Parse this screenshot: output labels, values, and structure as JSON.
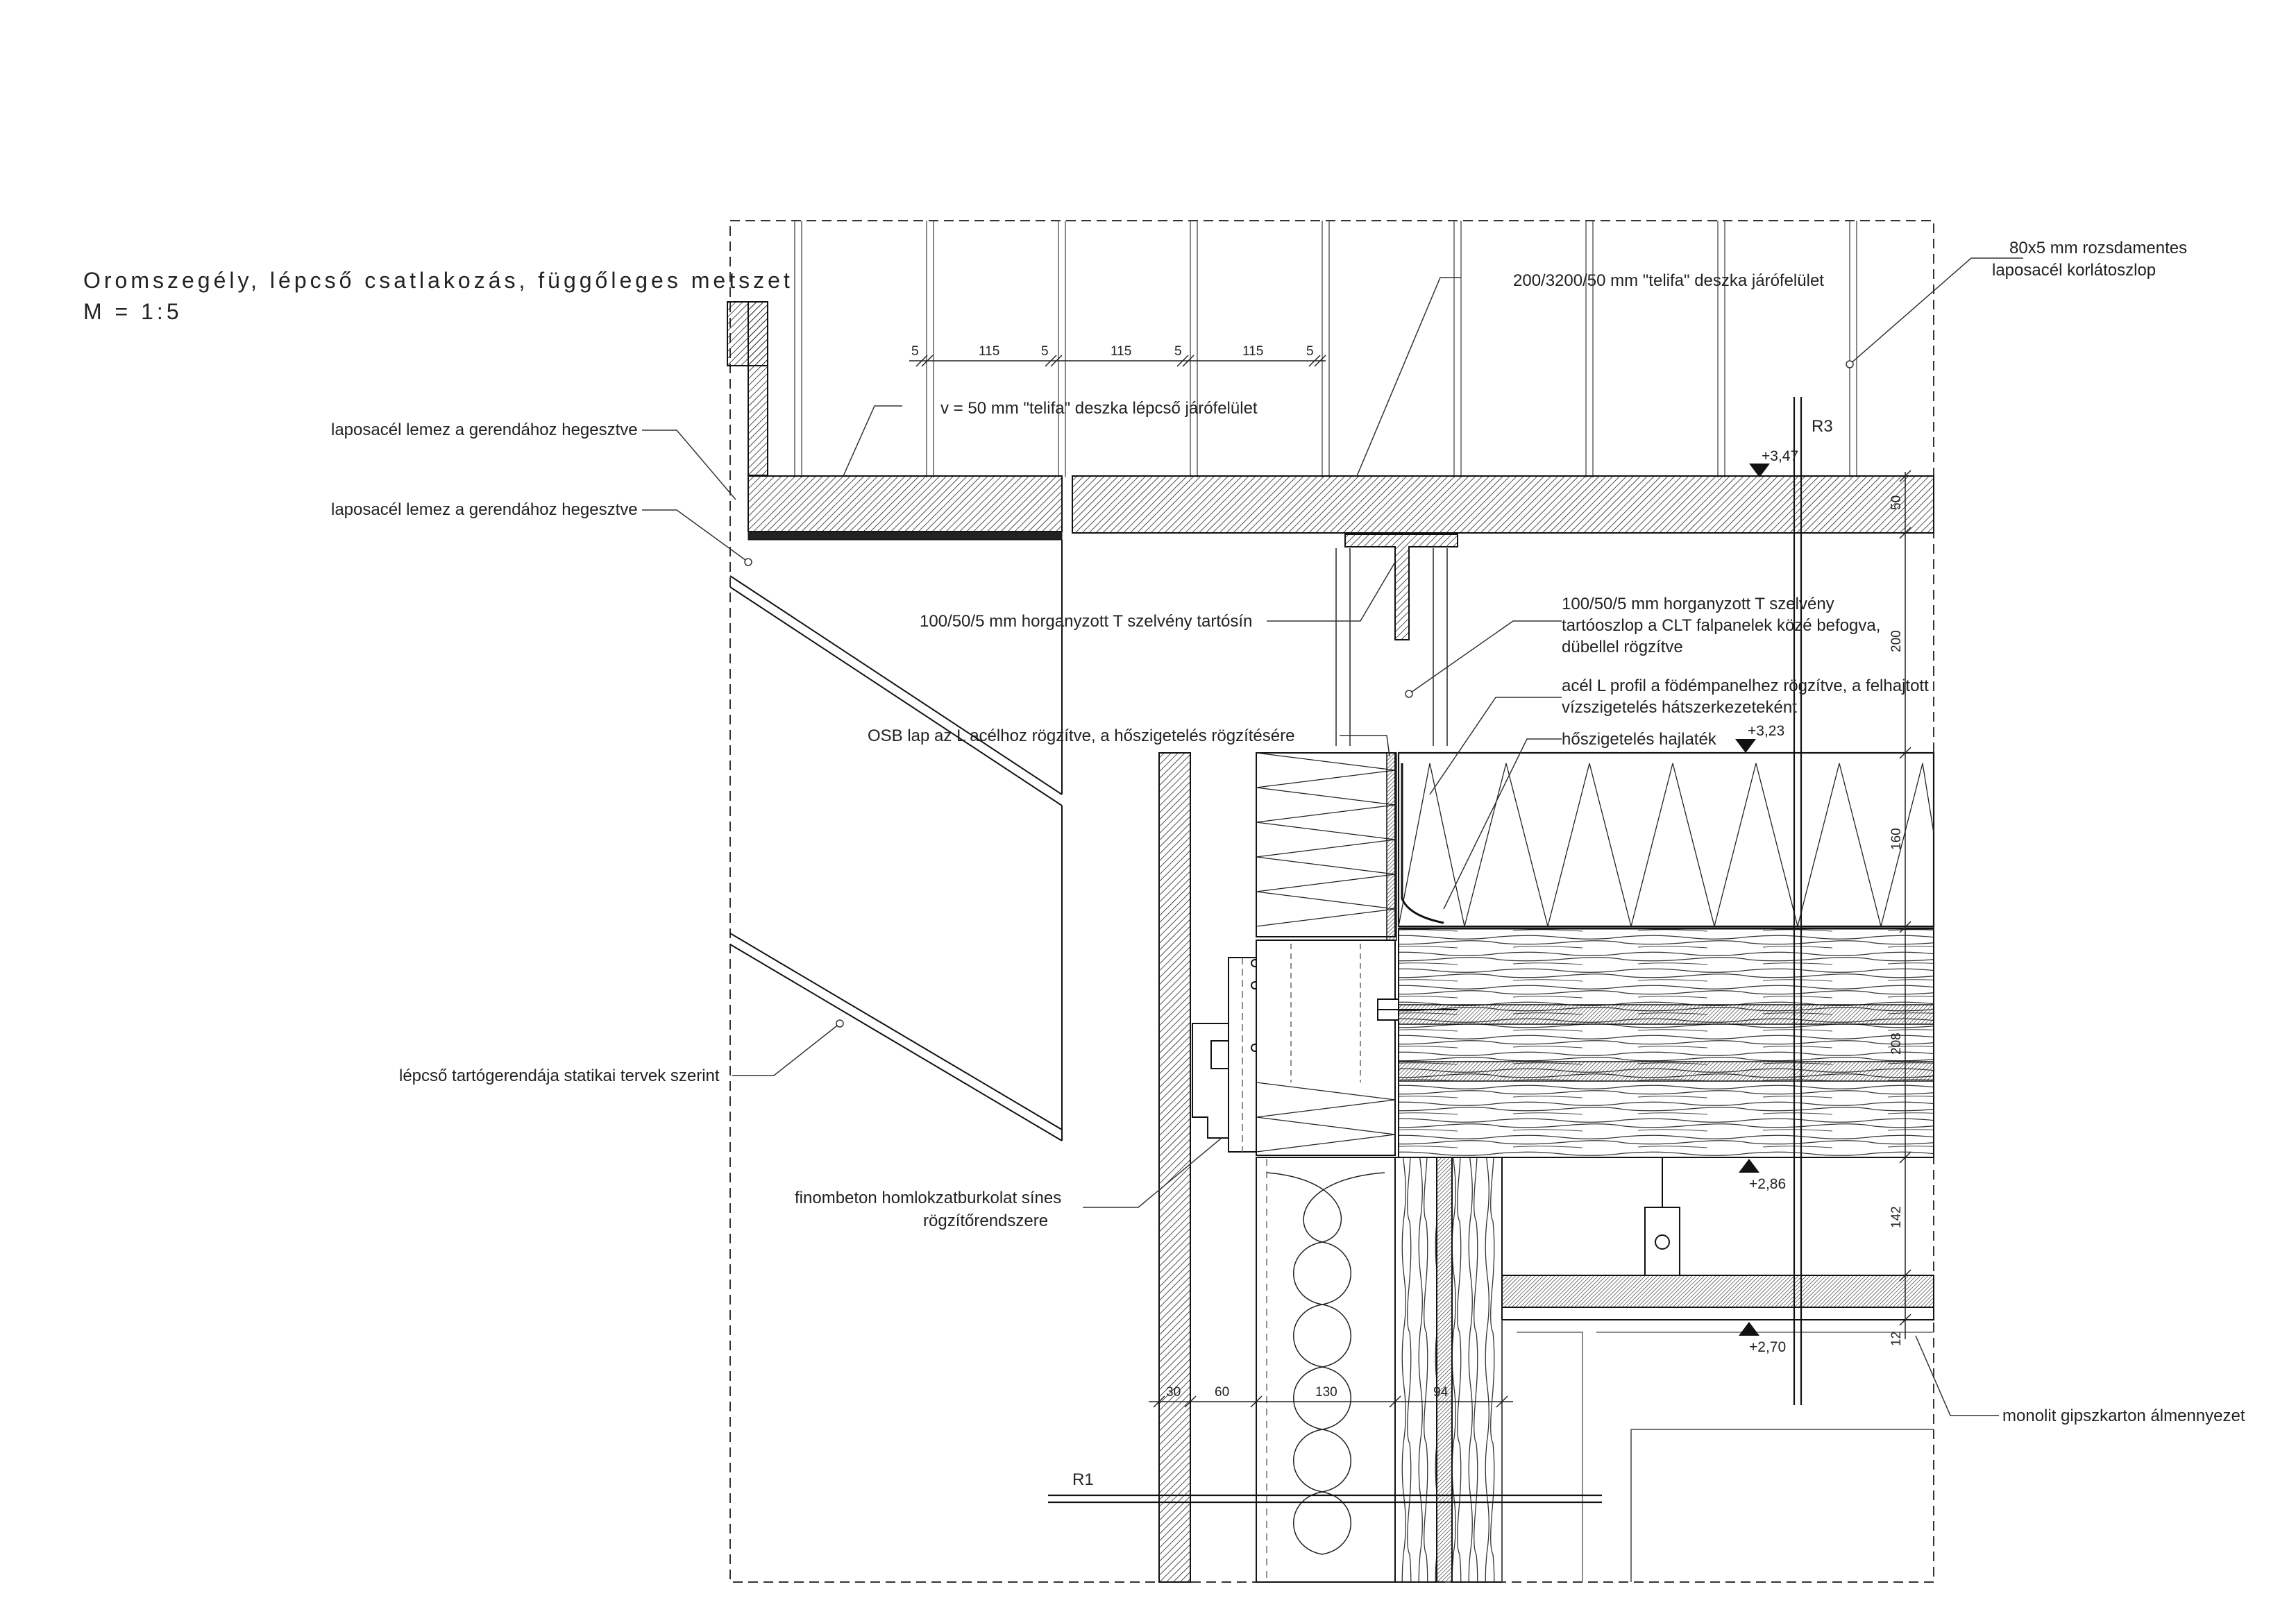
{
  "title": {
    "line1": "Oromszegély, lépcső csatlakozás, függőleges metszet",
    "line2": "M = 1:5"
  },
  "labels": {
    "railing_post": [
      "80x5 mm rozsdamentes",
      "laposacél korlátoszlop"
    ],
    "deck_surface": "200/3200/50 mm \"telifa\" deszka járófelület",
    "stair_surface": "v = 50 mm \"telifa\" deszka lépcső járófelület",
    "steel_plate_1": "laposacél lemez a gerendához hegesztve",
    "steel_plate_2": "laposacél lemez a gerendához hegesztve",
    "t_rail": "100/50/5 mm horganyzott T szelvény tartósín",
    "t_post": [
      "100/50/5 mm horganyzott T szelvény",
      "tartóoszlop a CLT falpanelek közé befogva,",
      "dübellel rögzítve"
    ],
    "l_profile": [
      "acél L profil a födémpanelhez rögzítve, a felhajtott",
      "vízszigetelés hátszerkezeteként"
    ],
    "osb": "OSB lap az L acélhoz rögzítve, a hőszigetelés rögzítésére",
    "insulation_slope": "hőszigetelés hajlaték",
    "stair_beam": "lépcső tartógerendája statikai tervek szerint",
    "facade": [
      "finombeton homlokzatburkolat sínes",
      "rögzítőrendszere"
    ],
    "ceiling": "monolit gipszkarton álmennyezet"
  },
  "axes": {
    "r1": "R1",
    "r3": "R3"
  },
  "levels": {
    "l347": "+3,47",
    "l323": "+3,23",
    "l286": "+2,86",
    "l270": "+2,70"
  },
  "dimensions": {
    "top_chain": [
      "5",
      "115",
      "5",
      "115",
      "5",
      "115",
      "5"
    ],
    "right_chain": [
      "50",
      "200",
      "160",
      "208",
      "142",
      "12"
    ],
    "bottom_chain": [
      "30",
      "60",
      "130",
      "94"
    ]
  },
  "colors": {
    "line": "#111111",
    "hatch": "#222222",
    "dashed_frame": "#333333"
  }
}
